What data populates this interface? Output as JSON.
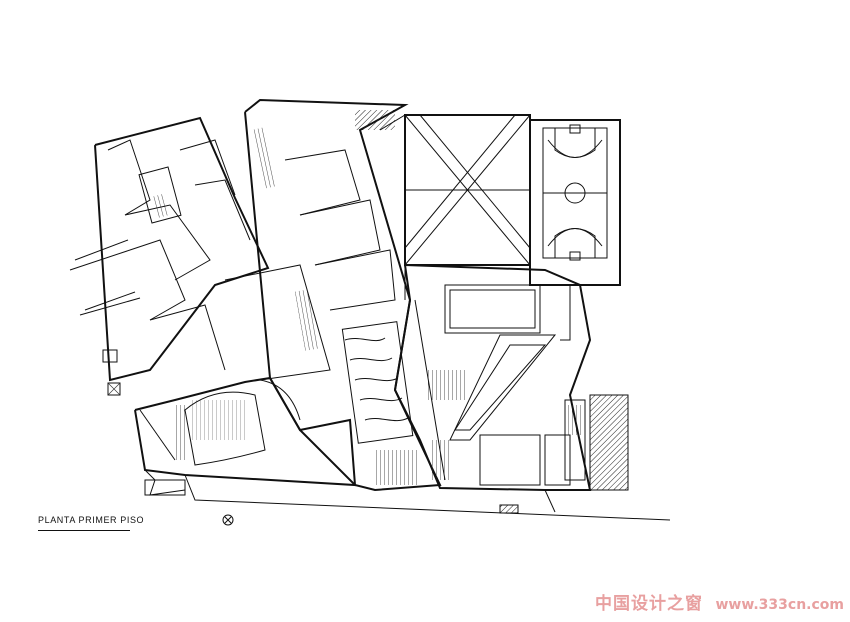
{
  "drawing": {
    "title": "PLANTA PRIMER PISO"
  },
  "watermark": {
    "chinese": "中国设计之窗",
    "url": "www.333cn.com"
  },
  "icons": {
    "north_symbol": "north-arrow-icon"
  }
}
